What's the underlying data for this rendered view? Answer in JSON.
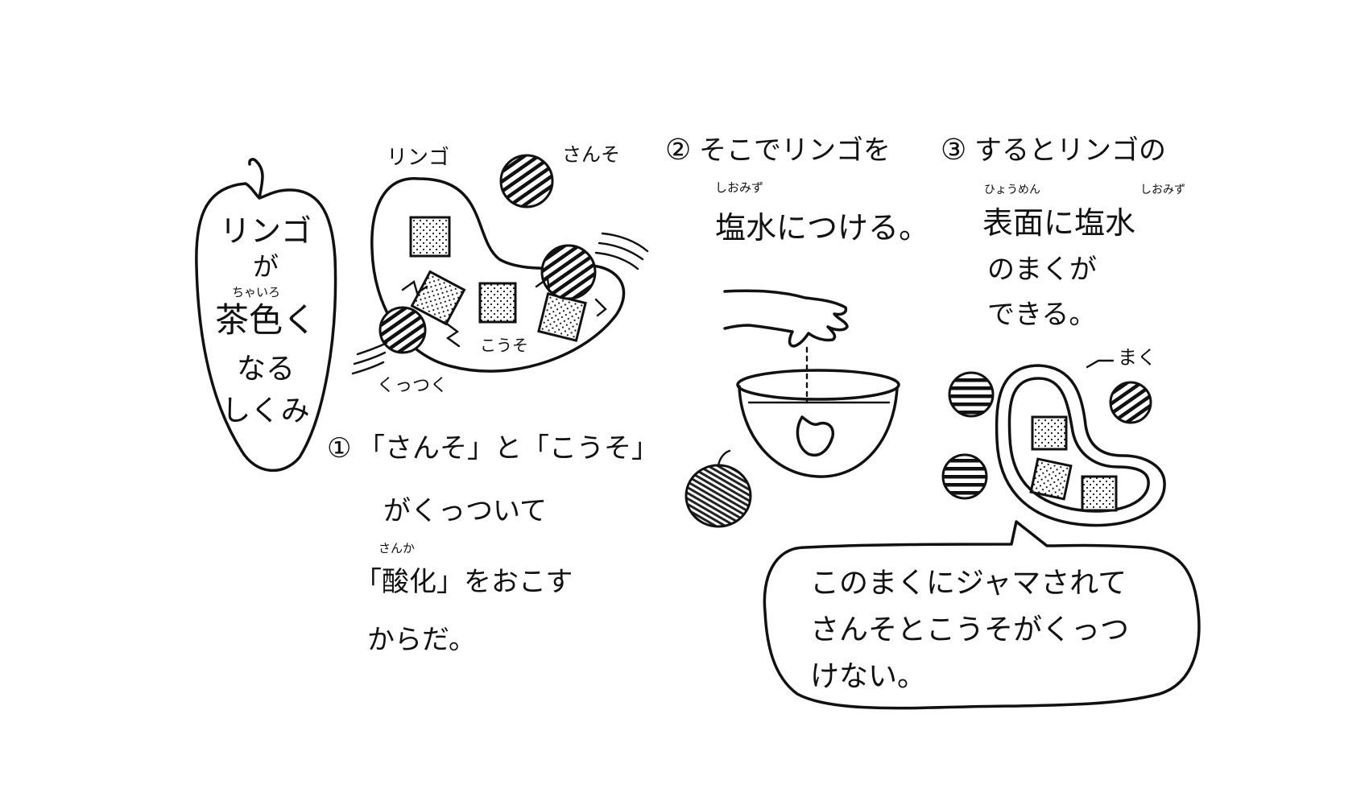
{
  "title": {
    "line1": "リンゴ",
    "line2": "が",
    "ruby": "ちゃいろ",
    "line3": "茶色く",
    "line4": "なる",
    "line5": "しくみ"
  },
  "step1": {
    "number": "①",
    "lines": [
      "「さんそ」と「こうそ」",
      "がくっついて",
      "「酸化」をおこす",
      "からだ。"
    ],
    "ruby_sanka": "さんか",
    "labels": {
      "apple": "リンゴ",
      "oxygen": "さんそ",
      "enzyme": "こうそ",
      "stick": "くっつく"
    }
  },
  "step2": {
    "number": "②",
    "line1": "そこでリンゴを",
    "ruby": "しおみず",
    "line2": "塩水につける。"
  },
  "step3": {
    "number": "③",
    "line1": "するとリンゴの",
    "ruby_surface": "ひょうめん",
    "ruby_salt": "しおみず",
    "line2": "表面に塩水",
    "line3": "のまくが",
    "line4": "できる。",
    "label_membrane": "まく"
  },
  "bubble": {
    "lines": [
      "このまくにジャマされて",
      "さんそとこうそがくっつ",
      "けない。"
    ]
  },
  "icons": {
    "apple_outline": "apple-outline-icon",
    "oxygen": "oxygen-molecule-icon",
    "enzyme": "enzyme-particle-icon",
    "hand": "hand-icon",
    "bowl": "bowl-icon"
  }
}
